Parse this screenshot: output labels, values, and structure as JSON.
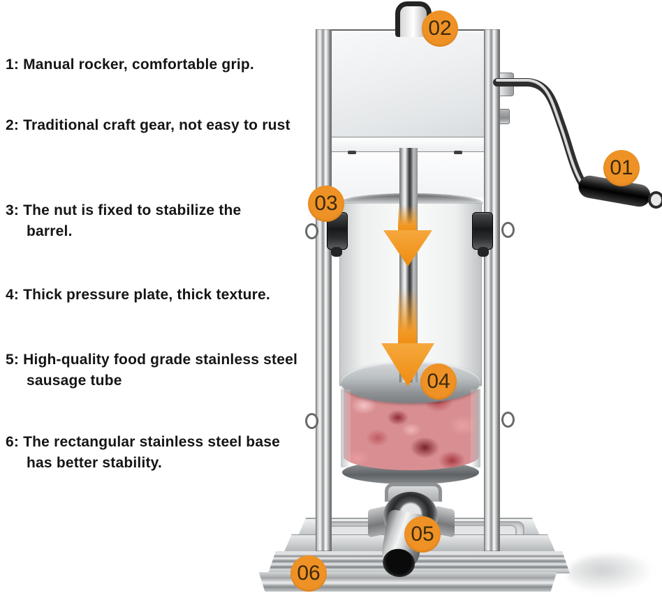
{
  "features": [
    {
      "label": "1: Manual rocker, comfortable grip."
    },
    {
      "label": "2: Traditional craft gear, not easy to rust"
    },
    {
      "label": "3: The nut is fixed to stabilize the barrel."
    },
    {
      "label": "4: Thick pressure plate, thick texture."
    },
    {
      "label": "5: High-quality food grade stainless steel sausage tube"
    },
    {
      "label": "6: The rectangular stainless steel base has better stability."
    }
  ],
  "callouts": [
    {
      "label": "01"
    },
    {
      "label": "02"
    },
    {
      "label": "03"
    },
    {
      "label": "04"
    },
    {
      "label": "05"
    },
    {
      "label": "06"
    }
  ],
  "colors": {
    "callout_bg": "#ef9226",
    "callout_text": "#3b2a0c",
    "arrow": "#ef8f14",
    "text": "#151515"
  }
}
